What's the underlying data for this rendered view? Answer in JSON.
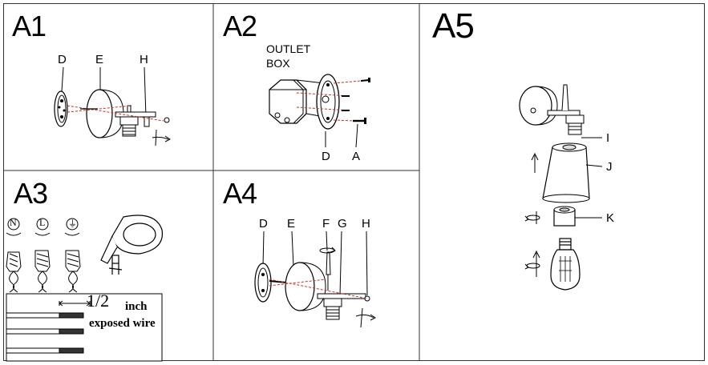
{
  "panels": {
    "a1": {
      "id": "A1",
      "parts": [
        "D",
        "E",
        "H"
      ]
    },
    "a2": {
      "id": "A2",
      "outlet_line1": "OUTLET",
      "outlet_line2": "BOX",
      "parts": [
        "D",
        "A"
      ]
    },
    "a3": {
      "id": "A3",
      "wire_symbols": [
        "N",
        "L",
        "⏚"
      ],
      "fraction": "1/2",
      "inch": "inch",
      "exposed": "exposed wire"
    },
    "a4": {
      "id": "A4",
      "parts": [
        "D",
        "E",
        "F",
        "G",
        "H"
      ]
    },
    "a5": {
      "id": "A5",
      "parts": [
        "I",
        "J",
        "K"
      ]
    }
  }
}
